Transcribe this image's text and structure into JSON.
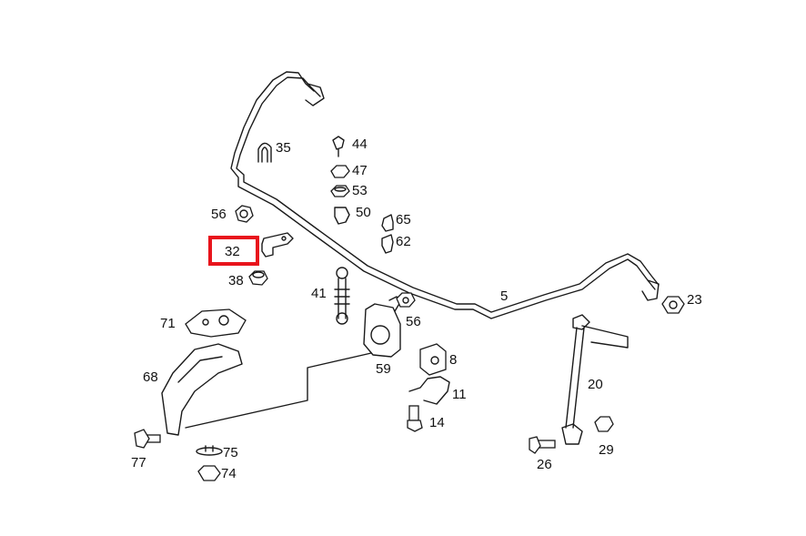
{
  "highlight": {
    "part": "32",
    "color": "#e8141c"
  },
  "parts": [
    {
      "id": "p5",
      "label": "5"
    },
    {
      "id": "p8",
      "label": "8"
    },
    {
      "id": "p11",
      "label": "11"
    },
    {
      "id": "p14",
      "label": "14"
    },
    {
      "id": "p20",
      "label": "20"
    },
    {
      "id": "p23",
      "label": "23"
    },
    {
      "id": "p26",
      "label": "26"
    },
    {
      "id": "p29",
      "label": "29"
    },
    {
      "id": "p32",
      "label": "32"
    },
    {
      "id": "p35",
      "label": "35"
    },
    {
      "id": "p38",
      "label": "38"
    },
    {
      "id": "p41",
      "label": "41"
    },
    {
      "id": "p44",
      "label": "44"
    },
    {
      "id": "p47",
      "label": "47"
    },
    {
      "id": "p50",
      "label": "50"
    },
    {
      "id": "p53",
      "label": "53"
    },
    {
      "id": "p56a",
      "label": "56"
    },
    {
      "id": "p56b",
      "label": "56"
    },
    {
      "id": "p59",
      "label": "59"
    },
    {
      "id": "p62",
      "label": "62"
    },
    {
      "id": "p65",
      "label": "65"
    },
    {
      "id": "p68",
      "label": "68"
    },
    {
      "id": "p71",
      "label": "71"
    },
    {
      "id": "p74",
      "label": "74"
    },
    {
      "id": "p75",
      "label": "75"
    },
    {
      "id": "p77",
      "label": "77"
    }
  ]
}
